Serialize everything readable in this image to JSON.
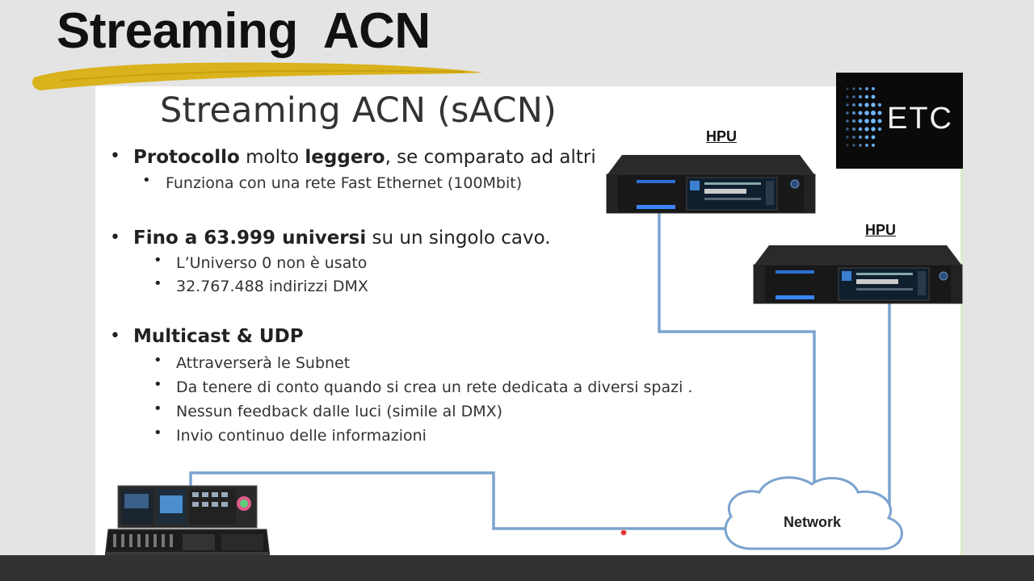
{
  "header": {
    "title": "Streaming  ACN"
  },
  "slide": {
    "title": "Streaming ACN (sACN)",
    "bullets": [
      {
        "parts": [
          {
            "text": "Protocollo",
            "bold": true
          },
          {
            "text": " molto ",
            "bold": false
          },
          {
            "text": "leggero",
            "bold": true
          },
          {
            "text": ", se comparato ad altri",
            "bold": false
          }
        ],
        "subs": [
          "Funziona con una rete Fast Ethernet (100Mbit)"
        ]
      },
      {
        "parts": [
          {
            "text": "Fino a 63.999 universi",
            "bold": true
          },
          {
            "text": " su un singolo cavo.",
            "bold": false
          }
        ],
        "subs": [
          "L’Universo 0 non è usato",
          "32.767.488 indirizzi DMX"
        ]
      },
      {
        "parts": [
          {
            "text": "Multicast & UDP",
            "bold": true
          }
        ],
        "subs": [
          "Attraverserà le Subnet",
          "Da tenere di conto quando si crea un rete dedicata a diversi spazi .",
          "Nessun feedback dalle luci (simile al DMX)",
          "Invio continuo delle informazioni"
        ]
      }
    ]
  },
  "diagram": {
    "hpu1_label": "HPU",
    "hpu2_label": "HPU",
    "network_label": "Network",
    "logo_text": "ETC"
  },
  "colors": {
    "wire": "#7ba3cf",
    "brush": "#d9b21c",
    "bottom_bar": "#323232",
    "logo_bg": "#0a0a0a"
  }
}
